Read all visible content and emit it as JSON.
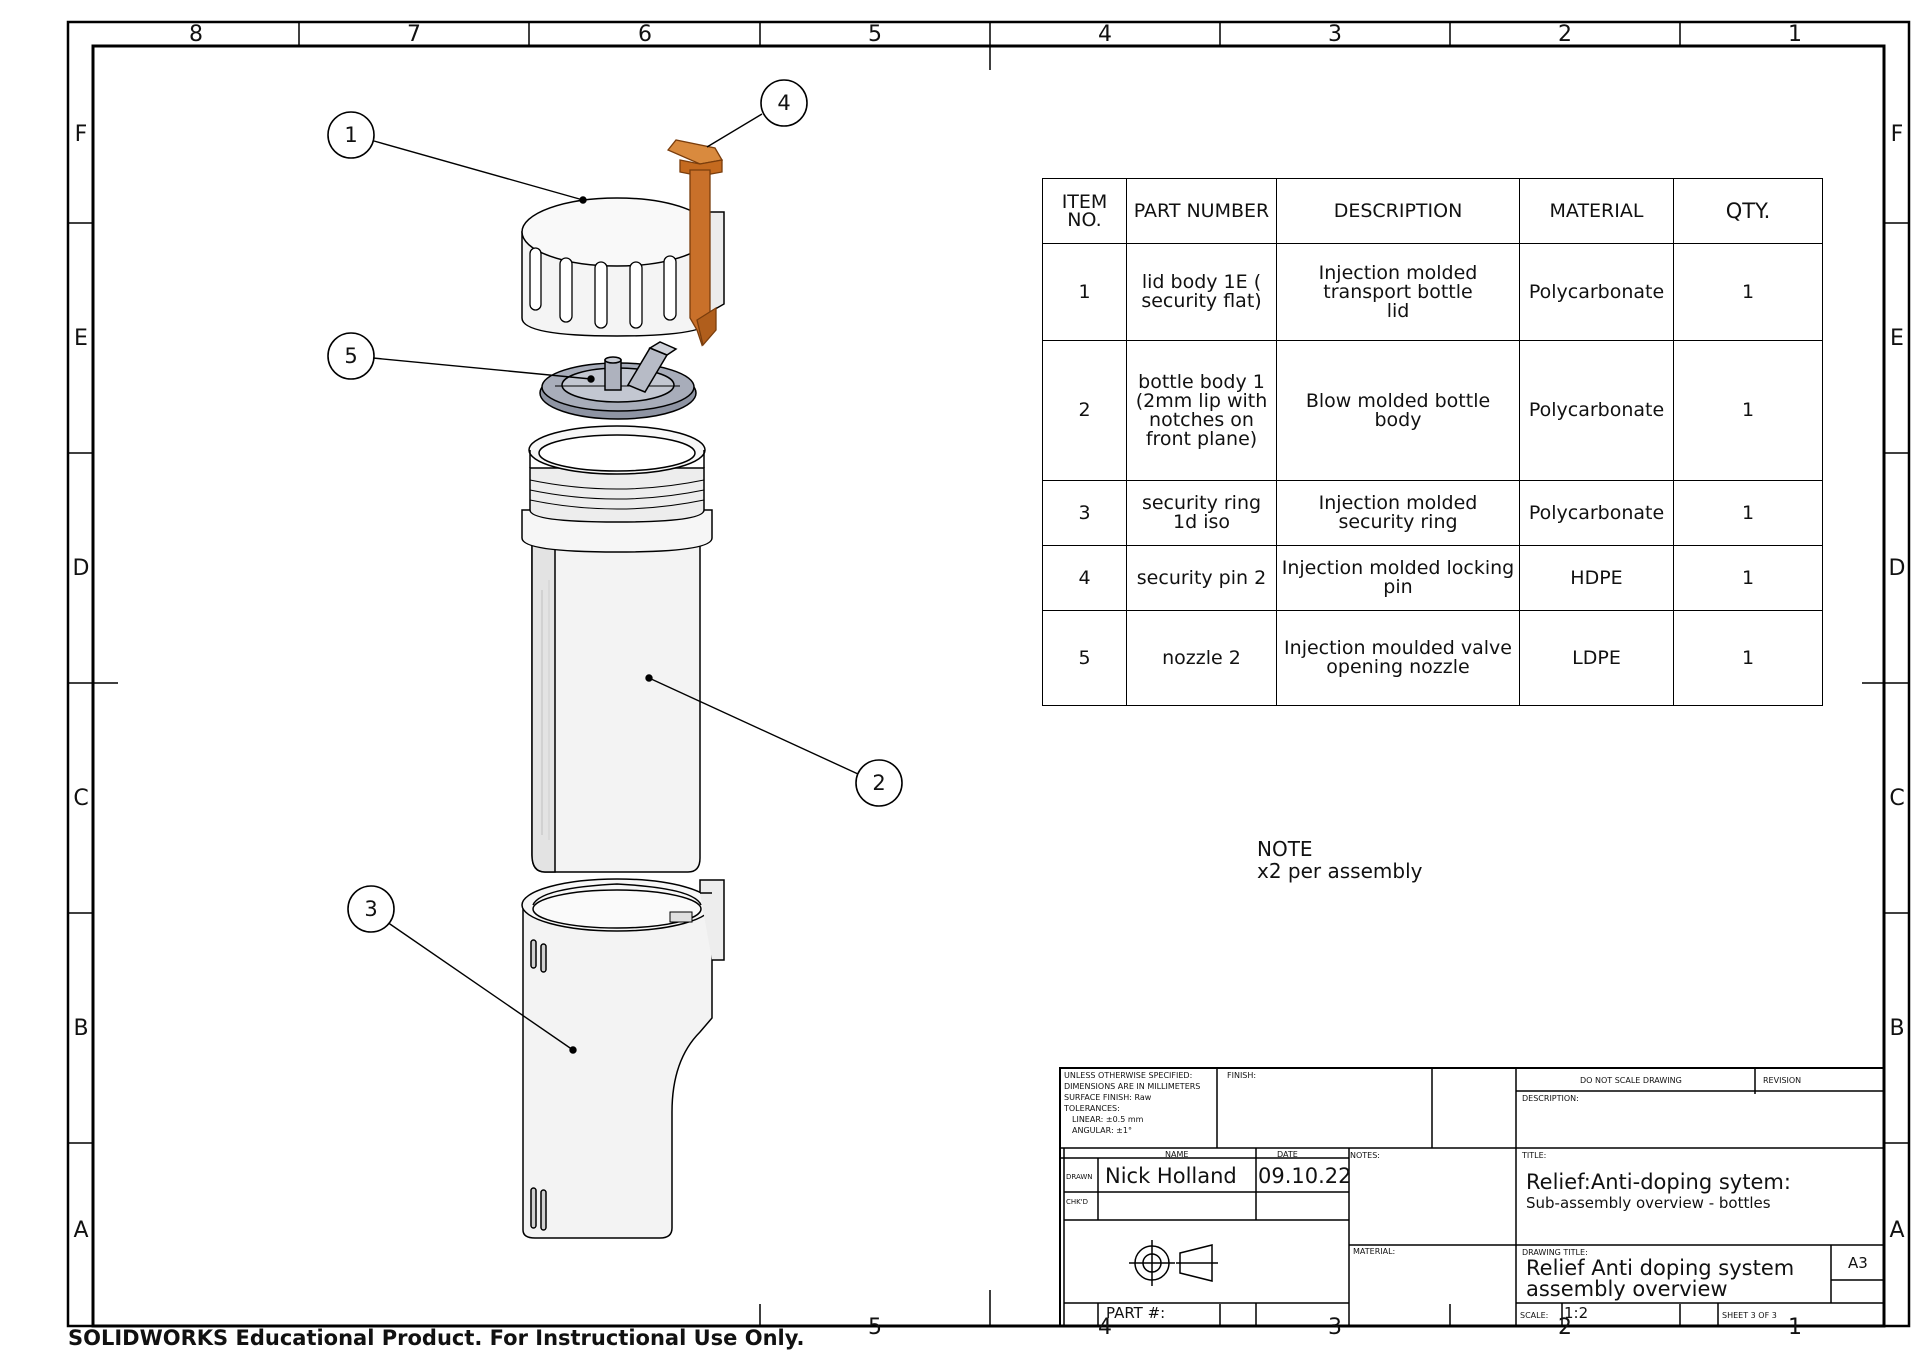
{
  "zones_top": [
    "8",
    "7",
    "6",
    "5",
    "4",
    "3",
    "2",
    "1"
  ],
  "zones_bottom": [
    "5",
    "4",
    "3",
    "2",
    "1"
  ],
  "zones_side": [
    "F",
    "E",
    "D",
    "C",
    "B",
    "A"
  ],
  "balloons": [
    "1",
    "2",
    "3",
    "4",
    "5"
  ],
  "bom": {
    "headers": {
      "item": "ITEM NO.",
      "part": "PART NUMBER",
      "desc": "DESCRIPTION",
      "material": "MATERIAL",
      "qty": "QTY."
    },
    "rows": [
      {
        "item": "1",
        "part": "lid body 1E ( security flat)",
        "desc": "Injection molded transport bottle lid",
        "material": "Polycarbonate",
        "qty": "1"
      },
      {
        "item": "2",
        "part": "bottle body 1 (2mm lip with notches on front plane)",
        "desc": "Blow molded bottle body",
        "material": "Polycarbonate",
        "qty": "1"
      },
      {
        "item": "3",
        "part": "security ring 1d iso",
        "desc": "Injection molded security ring",
        "material": "Polycarbonate",
        "qty": "1"
      },
      {
        "item": "4",
        "part": "security pin 2",
        "desc": "Injection molded locking pin",
        "material": "HDPE",
        "qty": "1"
      },
      {
        "item": "5",
        "part": "nozzle 2",
        "desc": "Injection moulded valve opening nozzle",
        "material": "LDPE",
        "qty": "1"
      }
    ]
  },
  "note": {
    "title": "NOTE",
    "text": "x2 per assembly"
  },
  "title_block": {
    "unless": "UNLESS OTHERWISE SPECIFIED:",
    "dims": "DIMENSIONS ARE IN MILLIMETERS",
    "surface": "SURFACE FINISH: Raw",
    "tolerances": "TOLERANCES:",
    "linear": "LINEAR: ±0.5 mm",
    "angular": "ANGULAR: ±1°",
    "finish": "FINISH:",
    "do_not_scale": "DO NOT SCALE DRAWING",
    "revision": "REVISION",
    "description_label": "DESCRIPTION:",
    "name_hdr": "NAME",
    "date_hdr": "DATE",
    "drawn": "DRAWN",
    "chkd": "CHK'D",
    "drawn_name": "Nick Holland",
    "drawn_date": "09.10.22",
    "notes": "NOTES:",
    "material": "MATERIAL:",
    "title_label": "TITLE:",
    "title_main": "Relief:Anti-doping sytem:",
    "title_sub": "Sub-assembly overview - bottles",
    "drawing_title_label": "DRAWING TITLE:",
    "drawing_title_1": "Relief Anti doping system",
    "drawing_title_2": "assembly overview",
    "size": "A3",
    "part_no": "PART #:",
    "scale_label": "SCALE:",
    "scale_val": "1:2",
    "sheet": "SHEET 3 OF 3"
  },
  "watermark": "SOLIDWORKS Educational Product. For Instructional Use Only.",
  "colors": {
    "line": "#000000",
    "part_fill": "#f2f2f2",
    "part_shade": "#d8d8d8",
    "nozzle": "#a8adba",
    "pin": "#d2792a"
  }
}
